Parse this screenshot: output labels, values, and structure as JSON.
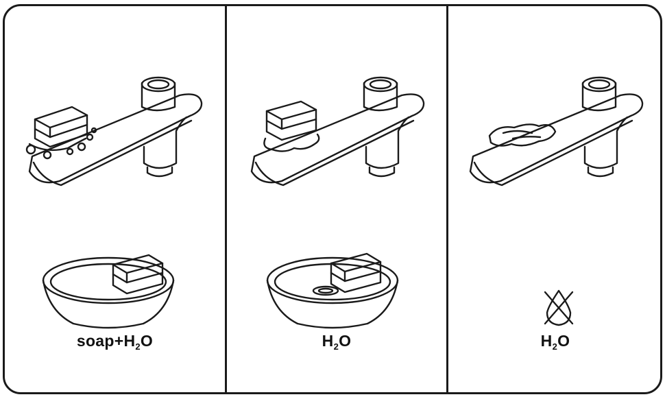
{
  "panels": [
    {
      "caption_prefix": "soap+H",
      "caption_sub": "2",
      "caption_suffix": "O"
    },
    {
      "caption_prefix": "H",
      "caption_sub": "2",
      "caption_suffix": "O"
    },
    {
      "caption_prefix": "H",
      "caption_sub": "2",
      "caption_suffix": "O"
    }
  ],
  "icons": [
    "faucet-icon",
    "sponge-icon",
    "soap-bubbles-icon",
    "water-bowl-icon",
    "cloth-icon",
    "no-water-icon"
  ],
  "colors": {
    "stroke": "#1a1a1a",
    "background": "#ffffff"
  }
}
